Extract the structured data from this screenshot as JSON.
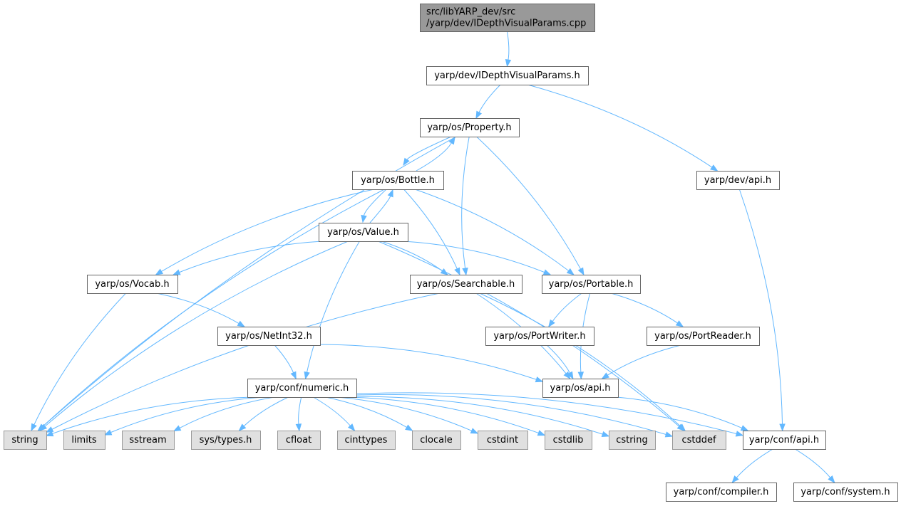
{
  "colors": {
    "edge": "#63b8ff",
    "node_border": "#666666",
    "node_fill": "#ffffff",
    "root_fill": "#999999",
    "external_fill": "#e0e0e0",
    "external_border": "#999999"
  },
  "nodes": [
    {
      "id": "root",
      "lines": [
        "src/libYARP_dev/src",
        "/yarp/dev/IDepthVisualParams.cpp"
      ],
      "kind": "root"
    },
    {
      "id": "idvp",
      "lines": [
        "yarp/dev/IDepthVisualParams.h"
      ],
      "kind": "normal"
    },
    {
      "id": "property",
      "lines": [
        "yarp/os/Property.h"
      ],
      "kind": "normal"
    },
    {
      "id": "devapi",
      "lines": [
        "yarp/dev/api.h"
      ],
      "kind": "normal"
    },
    {
      "id": "bottle",
      "lines": [
        "yarp/os/Bottle.h"
      ],
      "kind": "normal"
    },
    {
      "id": "value",
      "lines": [
        "yarp/os/Value.h"
      ],
      "kind": "normal"
    },
    {
      "id": "vocab",
      "lines": [
        "yarp/os/Vocab.h"
      ],
      "kind": "normal"
    },
    {
      "id": "searchable",
      "lines": [
        "yarp/os/Searchable.h"
      ],
      "kind": "normal"
    },
    {
      "id": "portable",
      "lines": [
        "yarp/os/Portable.h"
      ],
      "kind": "normal"
    },
    {
      "id": "netint32",
      "lines": [
        "yarp/os/NetInt32.h"
      ],
      "kind": "normal"
    },
    {
      "id": "portwriter",
      "lines": [
        "yarp/os/PortWriter.h"
      ],
      "kind": "normal"
    },
    {
      "id": "portreader",
      "lines": [
        "yarp/os/PortReader.h"
      ],
      "kind": "normal"
    },
    {
      "id": "numeric",
      "lines": [
        "yarp/conf/numeric.h"
      ],
      "kind": "normal"
    },
    {
      "id": "osapi",
      "lines": [
        "yarp/os/api.h"
      ],
      "kind": "normal"
    },
    {
      "id": "string",
      "lines": [
        "string"
      ],
      "kind": "external"
    },
    {
      "id": "limits",
      "lines": [
        "limits"
      ],
      "kind": "external"
    },
    {
      "id": "sstream",
      "lines": [
        "sstream"
      ],
      "kind": "external"
    },
    {
      "id": "systypes",
      "lines": [
        "sys/types.h"
      ],
      "kind": "external"
    },
    {
      "id": "cfloat",
      "lines": [
        "cfloat"
      ],
      "kind": "external"
    },
    {
      "id": "cinttypes",
      "lines": [
        "cinttypes"
      ],
      "kind": "external"
    },
    {
      "id": "clocale",
      "lines": [
        "clocale"
      ],
      "kind": "external"
    },
    {
      "id": "cstdint",
      "lines": [
        "cstdint"
      ],
      "kind": "external"
    },
    {
      "id": "cstdlib",
      "lines": [
        "cstdlib"
      ],
      "kind": "external"
    },
    {
      "id": "cstring",
      "lines": [
        "cstring"
      ],
      "kind": "external"
    },
    {
      "id": "cstddef",
      "lines": [
        "cstddef"
      ],
      "kind": "external"
    },
    {
      "id": "confapi",
      "lines": [
        "yarp/conf/api.h"
      ],
      "kind": "normal"
    },
    {
      "id": "compiler",
      "lines": [
        "yarp/conf/compiler.h"
      ],
      "kind": "normal"
    },
    {
      "id": "system",
      "lines": [
        "yarp/conf/system.h"
      ],
      "kind": "normal"
    }
  ],
  "edges": [
    {
      "from": "root",
      "to": "idvp"
    },
    {
      "from": "idvp",
      "to": "property"
    },
    {
      "from": "idvp",
      "to": "devapi"
    },
    {
      "from": "property",
      "to": "string"
    },
    {
      "from": "property",
      "to": "bottle"
    },
    {
      "from": "property",
      "to": "searchable"
    },
    {
      "from": "property",
      "to": "portable"
    },
    {
      "from": "bottle",
      "to": "property"
    },
    {
      "from": "bottle",
      "to": "string"
    },
    {
      "from": "bottle",
      "to": "value"
    },
    {
      "from": "bottle",
      "to": "vocab"
    },
    {
      "from": "bottle",
      "to": "searchable"
    },
    {
      "from": "bottle",
      "to": "portable"
    },
    {
      "from": "value",
      "to": "bottle"
    },
    {
      "from": "value",
      "to": "vocab"
    },
    {
      "from": "value",
      "to": "string"
    },
    {
      "from": "value",
      "to": "searchable"
    },
    {
      "from": "value",
      "to": "portable"
    },
    {
      "from": "value",
      "to": "numeric"
    },
    {
      "from": "value",
      "to": "cstddef"
    },
    {
      "from": "devapi",
      "to": "confapi"
    },
    {
      "from": "vocab",
      "to": "string"
    },
    {
      "from": "vocab",
      "to": "netint32"
    },
    {
      "from": "searchable",
      "to": "string"
    },
    {
      "from": "searchable",
      "to": "osapi"
    },
    {
      "from": "searchable",
      "to": "cstddef"
    },
    {
      "from": "portable",
      "to": "portwriter"
    },
    {
      "from": "portable",
      "to": "portreader"
    },
    {
      "from": "portable",
      "to": "osapi"
    },
    {
      "from": "netint32",
      "to": "numeric"
    },
    {
      "from": "netint32",
      "to": "osapi"
    },
    {
      "from": "portwriter",
      "to": "osapi"
    },
    {
      "from": "portreader",
      "to": "osapi"
    },
    {
      "from": "numeric",
      "to": "string"
    },
    {
      "from": "numeric",
      "to": "limits"
    },
    {
      "from": "numeric",
      "to": "sstream"
    },
    {
      "from": "numeric",
      "to": "systypes"
    },
    {
      "from": "numeric",
      "to": "cfloat"
    },
    {
      "from": "numeric",
      "to": "cinttypes"
    },
    {
      "from": "numeric",
      "to": "clocale"
    },
    {
      "from": "numeric",
      "to": "cstdint"
    },
    {
      "from": "numeric",
      "to": "cstdlib"
    },
    {
      "from": "numeric",
      "to": "cstring"
    },
    {
      "from": "numeric",
      "to": "cstddef"
    },
    {
      "from": "numeric",
      "to": "confapi"
    },
    {
      "from": "osapi",
      "to": "confapi"
    },
    {
      "from": "confapi",
      "to": "compiler"
    },
    {
      "from": "confapi",
      "to": "system"
    }
  ]
}
